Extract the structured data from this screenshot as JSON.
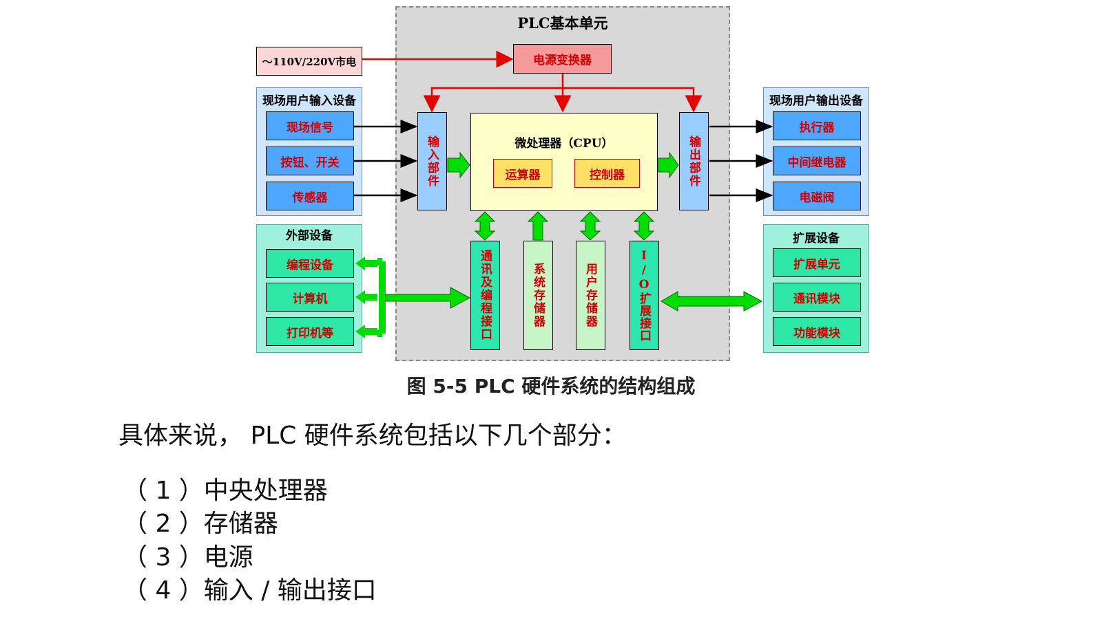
{
  "diagram": {
    "plc_title": "PLC基本单元",
    "power_source": "～110V/220V市电",
    "power_converter": "电源变换器",
    "input_group": {
      "title": "现场用户输入设备",
      "items": [
        "现场信号",
        "按钮、开关",
        "传感器"
      ]
    },
    "output_group": {
      "title": "现场用户输出设备",
      "items": [
        "执行器",
        "中间继电器",
        "电磁阀"
      ]
    },
    "external_group": {
      "title": "外部设备",
      "items": [
        "编程设备",
        "计算机",
        "打印机等"
      ]
    },
    "expansion_group": {
      "title": "扩展设备",
      "items": [
        "扩展单元",
        "通讯模块",
        "功能模块"
      ]
    },
    "input_unit": "输入部件",
    "output_unit": "输出部件",
    "cpu": {
      "title": "微处理器（CPU）",
      "alu": "运算器",
      "controller": "控制器"
    },
    "bottom_modules": [
      "通讯及编程接口",
      "系统存储器",
      "用户存储器",
      "I/O扩展接口"
    ]
  },
  "caption": "图 5-5   PLC 硬件系统的结构组成",
  "text": {
    "lead": "具体来说， PLC 硬件系统包括以下几个部分：",
    "list": [
      "（ 1 ）中央处理器",
      "（ 2 ）存储器",
      "（ 3 ）电源",
      "（ 4 ）输入 / 输出接口"
    ]
  },
  "colors": {
    "red_arrow": "#e60000",
    "green_arrow": "#00dd00",
    "text_red": "#d40000"
  }
}
